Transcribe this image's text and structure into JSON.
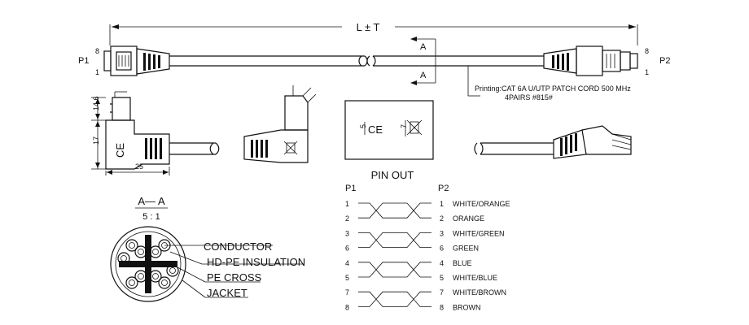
{
  "length_label": "L ± T",
  "section_marker": "A",
  "p1": {
    "name": "P1",
    "pin_top": "8",
    "pin_bottom": "1"
  },
  "p2": {
    "name": "P2",
    "pin_top": "8",
    "pin_bottom": "1"
  },
  "printing": {
    "line1": "Printing:CAT 6A U/UTP PATCH CORD 500 MHz",
    "line2": "4PAIRS #815#"
  },
  "dims": {
    "height_top": "14.6",
    "height_bottom": "17",
    "width": "25"
  },
  "ce_mark": "CE",
  "cert_box": {
    "dim_left": "5",
    "dim_right": "7"
  },
  "section": {
    "title": "A— A",
    "scale": "5 : 1"
  },
  "cross_section_labels": [
    "CONDUCTOR",
    "HD-PE INSULATION",
    "PE CROSS",
    "JACKET"
  ],
  "pinout": {
    "title": "PIN OUT",
    "left_header": "P1",
    "right_header": "P2",
    "rows": [
      {
        "p1": "1",
        "p2": "1",
        "color": "WHITE/ORANGE"
      },
      {
        "p1": "2",
        "p2": "2",
        "color": "ORANGE"
      },
      {
        "p1": "3",
        "p2": "3",
        "color": "WHITE/GREEN"
      },
      {
        "p1": "6",
        "p2": "6",
        "color": "GREEN"
      },
      {
        "p1": "4",
        "p2": "4",
        "color": "BLUE"
      },
      {
        "p1": "5",
        "p2": "5",
        "color": "WHITE/BLUE"
      },
      {
        "p1": "7",
        "p2": "7",
        "color": "WHITE/BROWN"
      },
      {
        "p1": "8",
        "p2": "8",
        "color": "BROWN"
      }
    ]
  }
}
